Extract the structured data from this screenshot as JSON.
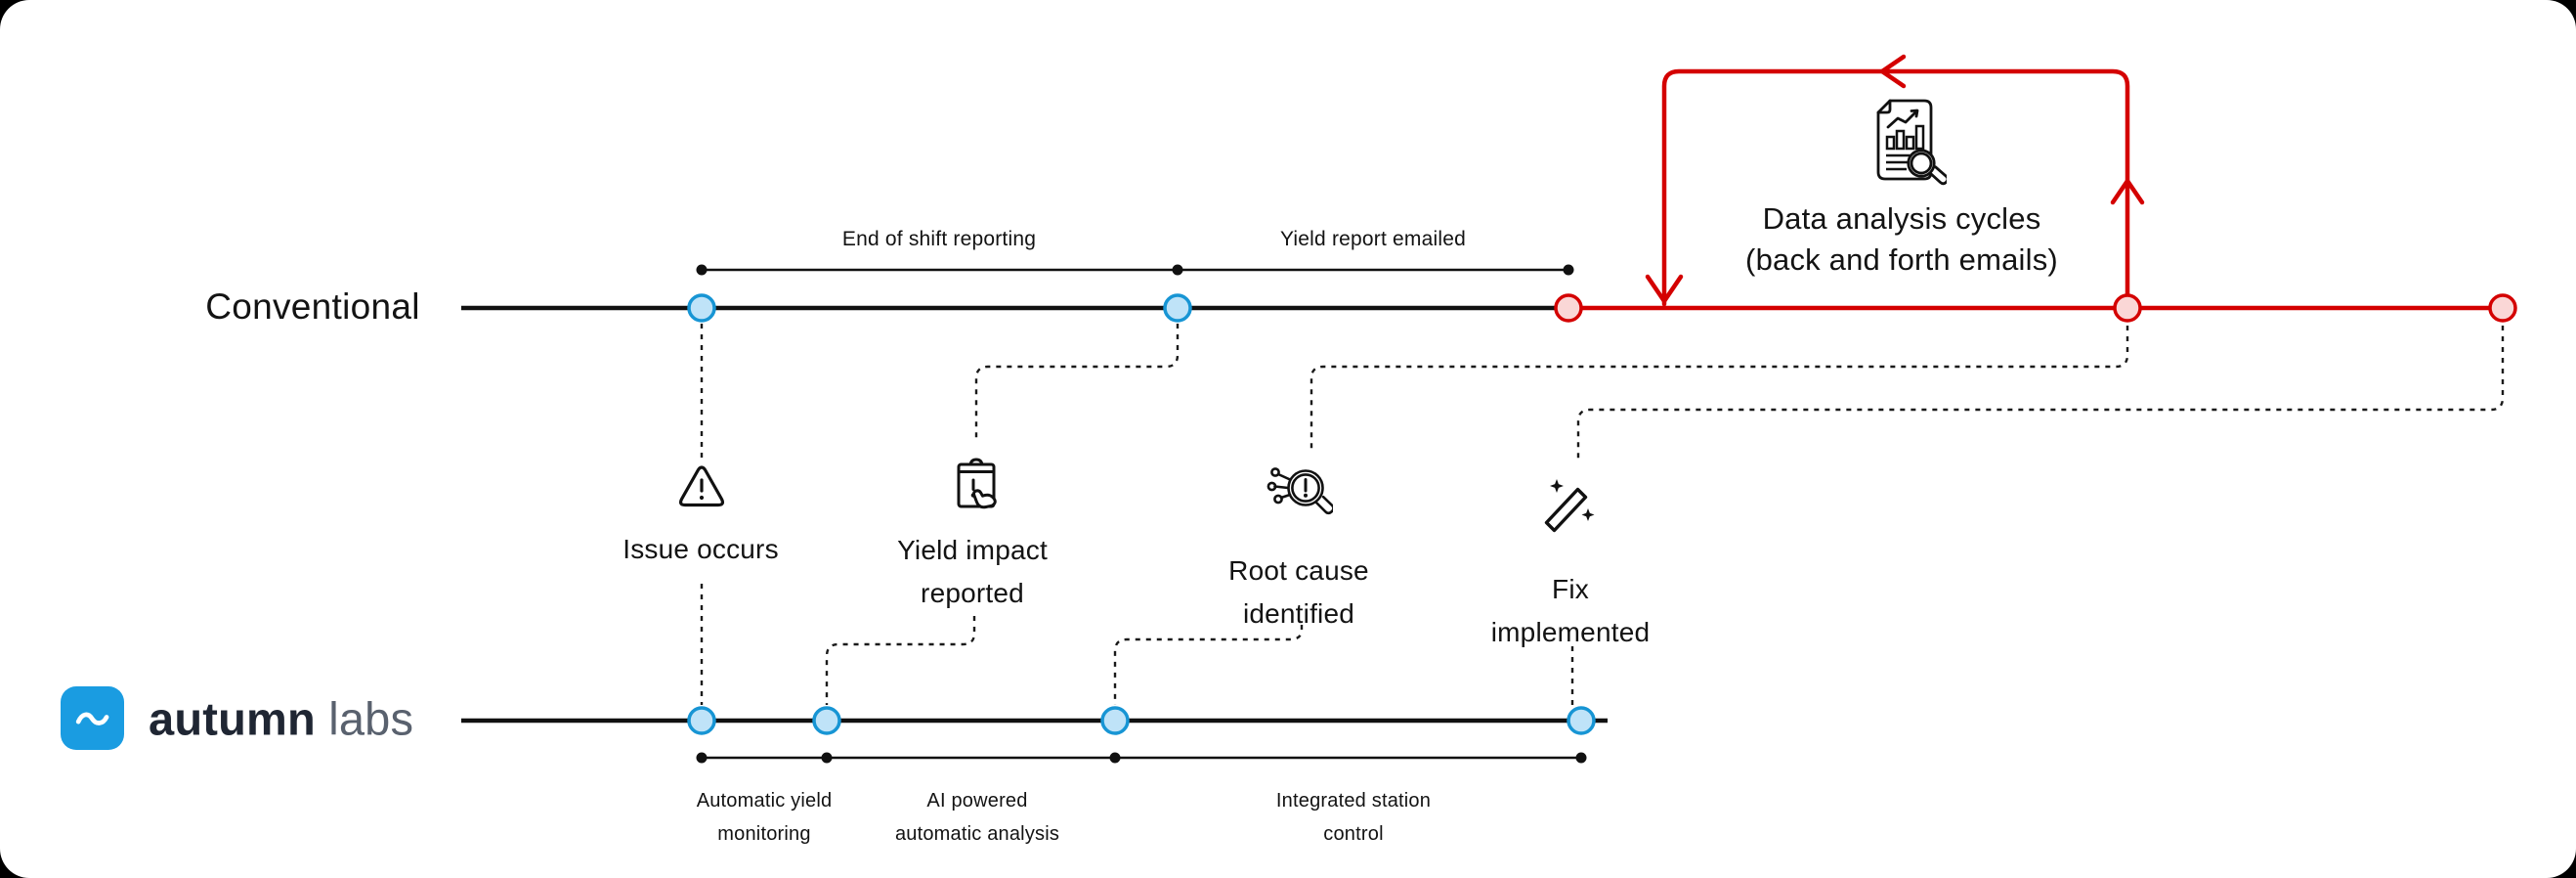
{
  "colors": {
    "accent_red": "#d40000",
    "blue_dot_fill": "#bfe3f8",
    "blue_dot_stroke": "#1795d4",
    "red_dot_fill": "#fad7d6",
    "logo_blue": "#1a9ce1",
    "ink": "#131313",
    "brand_gray": "#59616e"
  },
  "conventional_track": {
    "label": "Conventional",
    "segments": [
      {
        "label": "End of shift reporting"
      },
      {
        "label": "Yield report emailed"
      }
    ],
    "loop_callout": {
      "icon": "report-magnifier-icon",
      "line1": "Data analysis cycles",
      "line2": "(back and forth emails)"
    }
  },
  "stages": [
    {
      "icon": "warning-triangle-icon",
      "label": "Issue occurs"
    },
    {
      "icon": "clipboard-report-icon",
      "line1": "Yield impact",
      "line2": "reported"
    },
    {
      "icon": "root-cause-magnifier-icon",
      "line1": "Root cause",
      "line2": "identified"
    },
    {
      "icon": "magic-wand-icon",
      "line1": "Fix",
      "line2": "implemented"
    }
  ],
  "autumn_track": {
    "brand": {
      "word1": "autumn",
      "word2": "labs",
      "logo_icon": "wave-icon"
    },
    "segments": [
      {
        "line1": "Automatic yield",
        "line2": "monitoring"
      },
      {
        "line1": "AI powered",
        "line2": "automatic analysis"
      },
      {
        "line1": "Integrated station",
        "line2": "control"
      }
    ]
  }
}
